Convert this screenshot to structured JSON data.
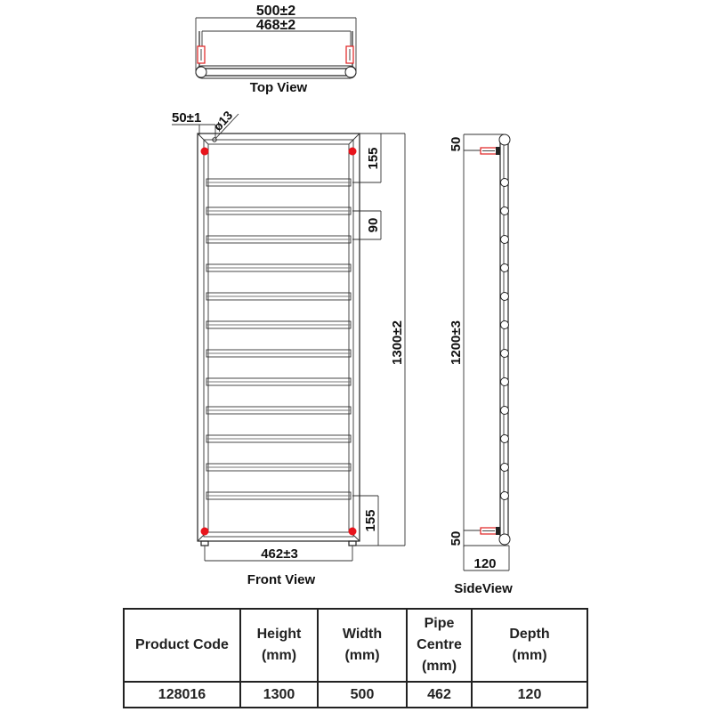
{
  "views": {
    "top_view": {
      "label": "Top View",
      "dim_overall_width": "500±2",
      "dim_inner_width": "468±2"
    },
    "front_view": {
      "label": "Front View",
      "dim_corner_offset": "50±1",
      "dim_pipe_diameter": "ø13",
      "dim_top_to_first_bar": "155",
      "dim_bar_spacing": "90",
      "dim_bottom_section": "155",
      "dim_overall_height": "1300±2",
      "dim_pipe_centre": "462±3",
      "bar_count": 12,
      "connection_color": "#e8141c"
    },
    "side_view": {
      "label": "SideView",
      "dim_top_offset": "50",
      "dim_bottom_offset": "50",
      "dim_height": "1200±3",
      "dim_depth": "120",
      "valve_color": "#e02020"
    }
  },
  "spec_table": {
    "headers": {
      "product_code": "Product  Code",
      "height_1": "Height",
      "height_2": "(mm)",
      "width_1": "Width",
      "width_2": "(mm)",
      "pipe_1": "Pipe",
      "pipe_2": "Centre",
      "pipe_3": "(mm)",
      "depth_1": "Depth",
      "depth_2": "(mm)"
    },
    "row": {
      "product_code": "128016",
      "height": "1300",
      "width": "500",
      "pipe_centre": "462",
      "depth": "120"
    }
  }
}
